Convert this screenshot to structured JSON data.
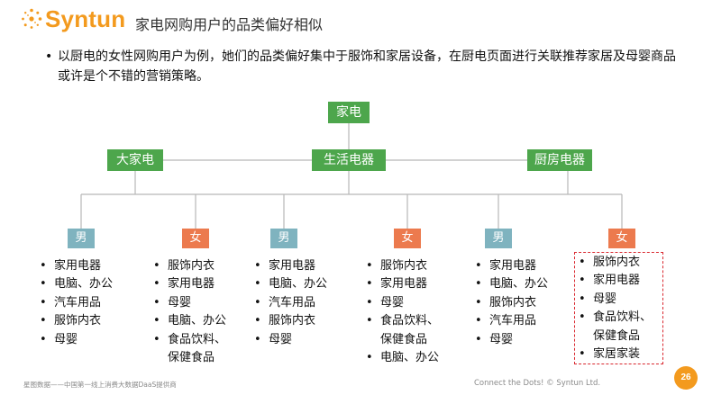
{
  "header": {
    "logo_text": "Syntun",
    "title": "家电网购用户的品类偏好相似"
  },
  "summary": {
    "bullet": "•",
    "text": "以厨电的女性网购用户为例，她们的品类偏好集中于服饰和家居设备，在厨电页面进行关联推荐家居及母婴商品或许是个不错的营销策略。"
  },
  "tree": {
    "root": "家电",
    "level1": [
      "大家电",
      "生活电器",
      "厨房电器"
    ],
    "columns": [
      {
        "gender": "男",
        "gender_type": "male",
        "items": [
          "家用电器",
          "电脑、办公",
          "汽车用品",
          "服饰内衣",
          "母婴"
        ]
      },
      {
        "gender": "女",
        "gender_type": "female",
        "items": [
          "服饰内衣",
          "家用电器",
          "母婴",
          "电脑、办公",
          "食品饮料、保健食品"
        ]
      },
      {
        "gender": "男",
        "gender_type": "male",
        "items": [
          "家用电器",
          "电脑、办公",
          "汽车用品",
          "服饰内衣",
          "母婴"
        ]
      },
      {
        "gender": "女",
        "gender_type": "female",
        "items": [
          "服饰内衣",
          "家用电器",
          "母婴",
          "食品饮料、保健食品",
          "电脑、办公"
        ]
      },
      {
        "gender": "男",
        "gender_type": "male",
        "items": [
          "家用电器",
          "电脑、办公",
          "服饰内衣",
          "汽车用品",
          "母婴"
        ]
      },
      {
        "gender": "女",
        "gender_type": "female",
        "items": [
          "服饰内衣",
          "家用电器",
          "母婴",
          "食品饮料、保健食品",
          "家居家装"
        ]
      }
    ]
  },
  "footer": {
    "left": "星图数据——中国第一线上消费大数据DaaS提供商",
    "right": "Connect the Dots! © Syntun Ltd.",
    "page_number": "26"
  },
  "colors": {
    "node_green": "#4da64c",
    "male": "#7fb3bf",
    "female": "#ec7a4e",
    "brand_orange": "#f39a1e",
    "highlight_border": "#d9272e"
  }
}
